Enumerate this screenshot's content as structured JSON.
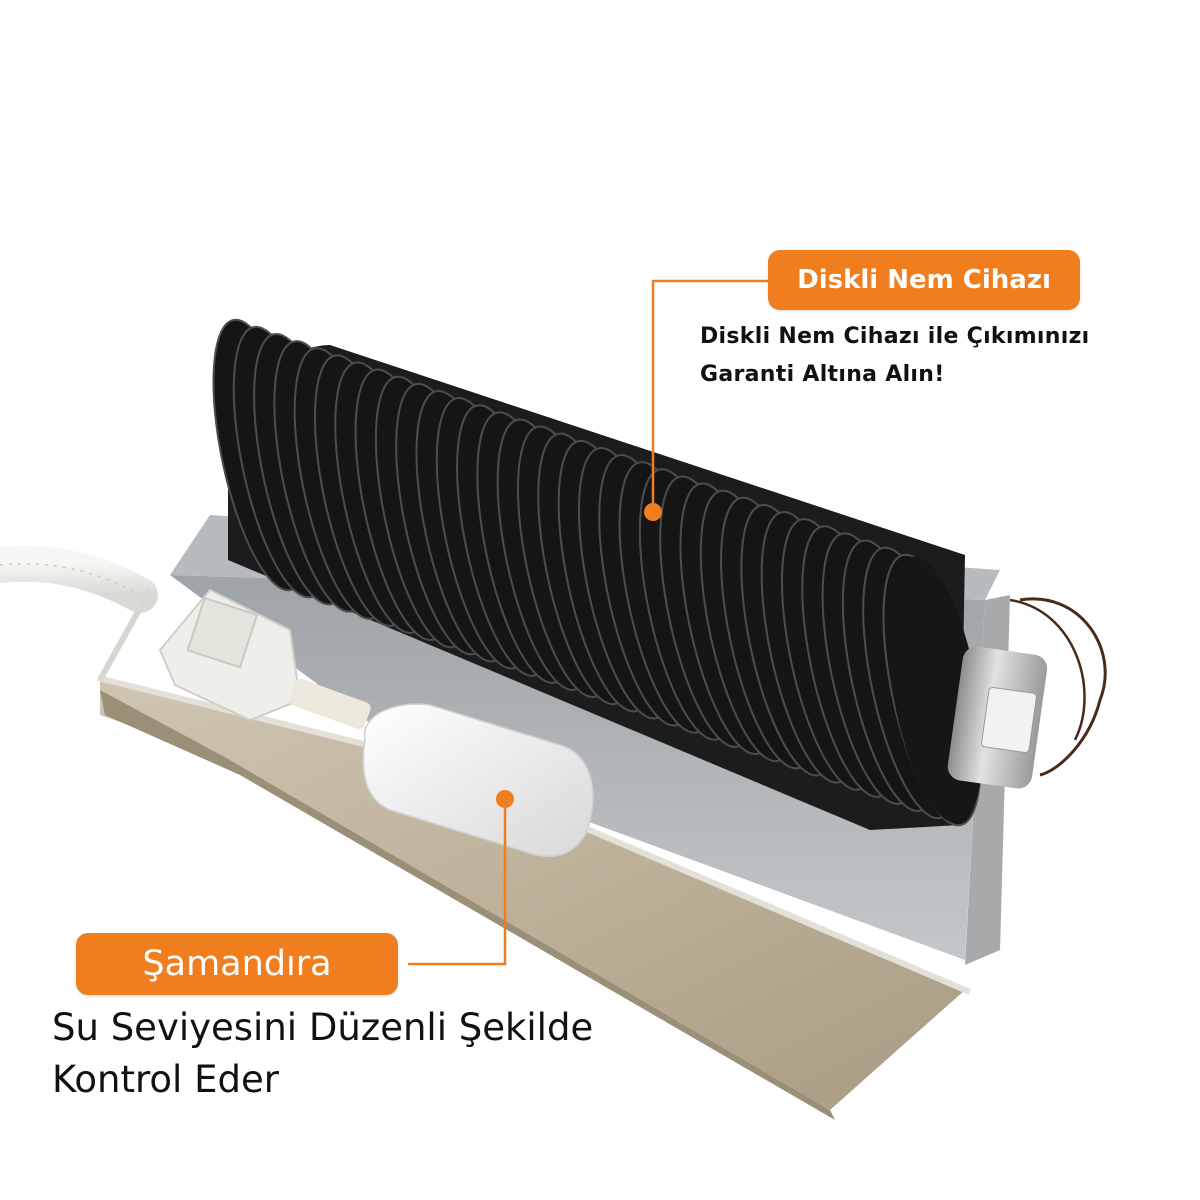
{
  "labels": {
    "humidifier": {
      "title": "Diskli Nem Cihazı",
      "caption_line1": "Diskli Nem Cihazı ile Çıkımınızı",
      "caption_line2": "Garanti Altına Alın!"
    },
    "float": {
      "title": "Şamandıra",
      "caption_line1": "Su Seviyesini Düzenli Şekilde",
      "caption_line2": "Kontrol Eder"
    }
  },
  "colors": {
    "accent": "#f07d1e",
    "label_text": "#ffffff",
    "caption_text": "#111111"
  }
}
